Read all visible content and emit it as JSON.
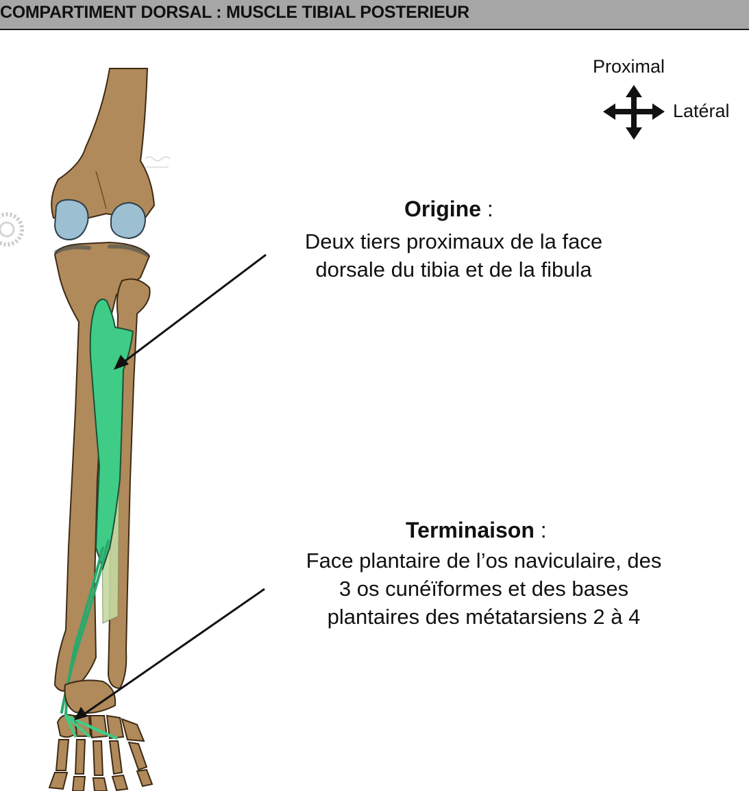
{
  "header": {
    "title": "COMPARTIMENT DORSAL : MUSCLE TIBIAL POSTERIEUR"
  },
  "compass": {
    "up_label": "Proximal",
    "right_label": "Latéral",
    "icon": "four-way-arrow-icon"
  },
  "origin": {
    "title": "Origine",
    "colon": " :",
    "lines": [
      "Deux tiers proximaux de la face",
      "dorsale du tibia et de la fibula"
    ]
  },
  "insertion": {
    "title": "Terminaison",
    "colon": " :",
    "lines": [
      "Face plantaire de l’os naviculaire, des",
      "3 os cunéïformes et des bases",
      "plantaires des métatarsiens 2 à 4"
    ]
  },
  "colors": {
    "bone": "#b08a5a",
    "cartilage": "#9cc0d2",
    "muscle": "#3ecc87",
    "membrane": "#c5d9a0",
    "header_bg": "#a6a6a6"
  }
}
